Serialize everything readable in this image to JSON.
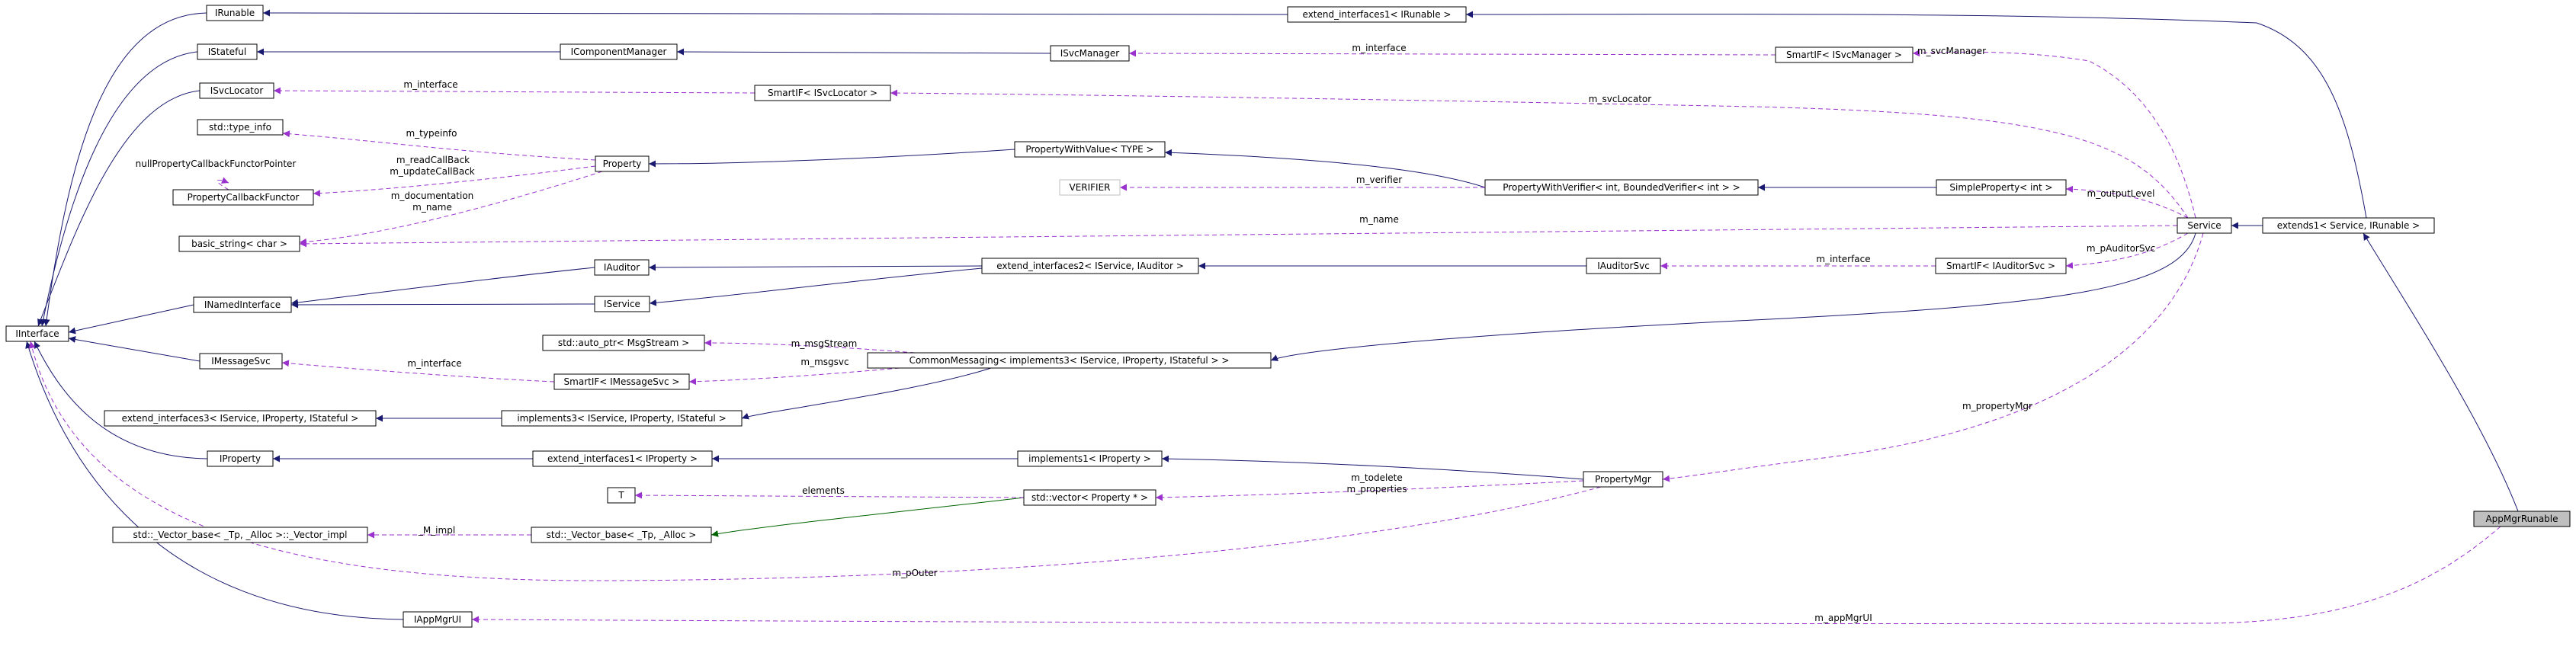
{
  "diagram": {
    "nodes": [
      {
        "id": "IRunable",
        "label": "IRunable"
      },
      {
        "id": "IStateful",
        "label": "IStateful"
      },
      {
        "id": "ISvcLocator",
        "label": "ISvcLocator"
      },
      {
        "id": "std_type_info",
        "label": "std::type_info"
      },
      {
        "id": "PropertyCallbackFunctor",
        "label": "PropertyCallbackFunctor"
      },
      {
        "id": "basic_string",
        "label": "basic_string< char >"
      },
      {
        "id": "INamedInterface",
        "label": "INamedInterface"
      },
      {
        "id": "IInterface",
        "label": "IInterface"
      },
      {
        "id": "IMessageSvc",
        "label": "IMessageSvc"
      },
      {
        "id": "extend_interfaces3",
        "label": "extend_interfaces3< IService, IProperty, IStateful >"
      },
      {
        "id": "IProperty",
        "label": "IProperty"
      },
      {
        "id": "Vector_impl",
        "label": "std::_Vector_base< _Tp, _Alloc >::_Vector_impl"
      },
      {
        "id": "IAppMgrUI",
        "label": "IAppMgrUI"
      },
      {
        "id": "IComponentManager",
        "label": "IComponentManager"
      },
      {
        "id": "SmartIF_ISvcLocator",
        "label": "SmartIF< ISvcLocator >"
      },
      {
        "id": "Property",
        "label": "Property"
      },
      {
        "id": "IAuditor",
        "label": "IAuditor"
      },
      {
        "id": "IService",
        "label": "IService"
      },
      {
        "id": "auto_ptr_MsgStream",
        "label": "std::auto_ptr< MsgStream >"
      },
      {
        "id": "SmartIF_IMessageSvc",
        "label": "SmartIF< IMessageSvc >"
      },
      {
        "id": "implements3",
        "label": "implements3< IService, IProperty, IStateful >"
      },
      {
        "id": "extend_interfaces1_IProperty",
        "label": "extend_interfaces1< IProperty >"
      },
      {
        "id": "T",
        "label": "T"
      },
      {
        "id": "Vector_base",
        "label": "std::_Vector_base< _Tp, _Alloc >"
      },
      {
        "id": "ISvcManager",
        "label": "ISvcManager"
      },
      {
        "id": "PropertyWithValue",
        "label": "PropertyWithValue< TYPE >"
      },
      {
        "id": "VERIFIER",
        "label": "VERIFIER"
      },
      {
        "id": "extend_interfaces2",
        "label": "extend_interfaces2< IService, IAuditor >"
      },
      {
        "id": "CommonMessaging",
        "label": "CommonMessaging< implements3< IService, IProperty, IStateful > >"
      },
      {
        "id": "implements1_IProperty",
        "label": "implements1< IProperty >"
      },
      {
        "id": "vector_Property",
        "label": "std::vector< Property * >"
      },
      {
        "id": "extend_interfaces1_IRunable",
        "label": "extend_interfaces1< IRunable >"
      },
      {
        "id": "PropertyWithVerifier",
        "label": "PropertyWithVerifier< int, BoundedVerifier< int > >"
      },
      {
        "id": "IAuditorSvc",
        "label": "IAuditorSvc"
      },
      {
        "id": "PropertyMgr",
        "label": "PropertyMgr"
      },
      {
        "id": "SmartIF_ISvcManager",
        "label": "SmartIF< ISvcManager >"
      },
      {
        "id": "SimpleProperty_int",
        "label": "SimpleProperty< int >"
      },
      {
        "id": "SmartIF_IAuditorSvc",
        "label": "SmartIF< IAuditorSvc >"
      },
      {
        "id": "Service",
        "label": "Service"
      },
      {
        "id": "extends1",
        "label": "extends1< Service, IRunable >"
      },
      {
        "id": "AppMgrRunable",
        "label": "AppMgrRunable"
      }
    ],
    "edge_labels": {
      "m_interface_svclocator": "m_interface",
      "m_interface_svcmanager": "m_interface",
      "m_svcManager": "m_svcManager",
      "m_svcLocator": "m_svcLocator",
      "m_typeinfo": "m_typeinfo",
      "nullPropertyCallbackFunctorPointer": "nullPropertyCallbackFunctorPointer",
      "m_readCallBack": "m_readCallBack",
      "m_updateCallBack": "m_updateCallBack",
      "m_documentation": "m_documentation",
      "m_name_property": "m_name",
      "m_verifier": "m_verifier",
      "m_outputLevel": "m_outputLevel",
      "m_name_service": "m_name",
      "m_interface_auditor": "m_interface",
      "m_pAuditorSvc": "m_pAuditorSvc",
      "m_msgStream": "m_msgStream",
      "m_msgsvc": "m_msgsvc",
      "m_interface_msgsvc": "m_interface",
      "m_propertyMgr": "m_propertyMgr",
      "elements": "elements",
      "m_todelete": "m_todelete",
      "m_properties": "m_properties",
      "M_impl": "_M_impl",
      "m_pOuter": "m_pOuter",
      "m_appMgrUI": "m_appMgrUI"
    }
  },
  "colors": {
    "inheritance": "#191970",
    "template": "#006400",
    "usage": "#9a32cd",
    "highlight_fill": "#bfbfbf",
    "grey_border": "#bfbfbf"
  }
}
